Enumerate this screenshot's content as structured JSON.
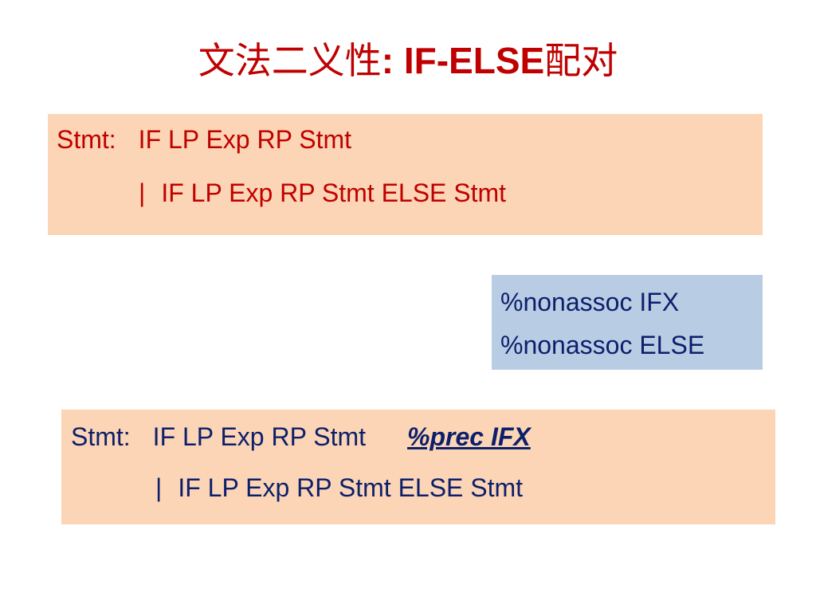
{
  "title": {
    "chinese": "文法二义性",
    "latin": ": IF-ELSE",
    "suffix": "配对"
  },
  "grammar_top": {
    "label": "Stmt:",
    "rule1": "IF LP Exp RP Stmt",
    "separator": "|",
    "rule2": "IF LP Exp RP Stmt ELSE Stmt"
  },
  "precedence": {
    "line1": "%nonassoc IFX",
    "line2": "%nonassoc ELSE"
  },
  "grammar_bottom": {
    "label": "Stmt:",
    "rule1": "IF LP Exp RP Stmt",
    "prec": "%prec IFX",
    "separator": "|",
    "rule2": "IF LP Exp RP Stmt ELSE Stmt"
  },
  "colors": {
    "title": "#c00000",
    "peach_box": "#fbd5b5",
    "blue_box": "#b8cce4",
    "navy_text": "#0d1f6b"
  }
}
